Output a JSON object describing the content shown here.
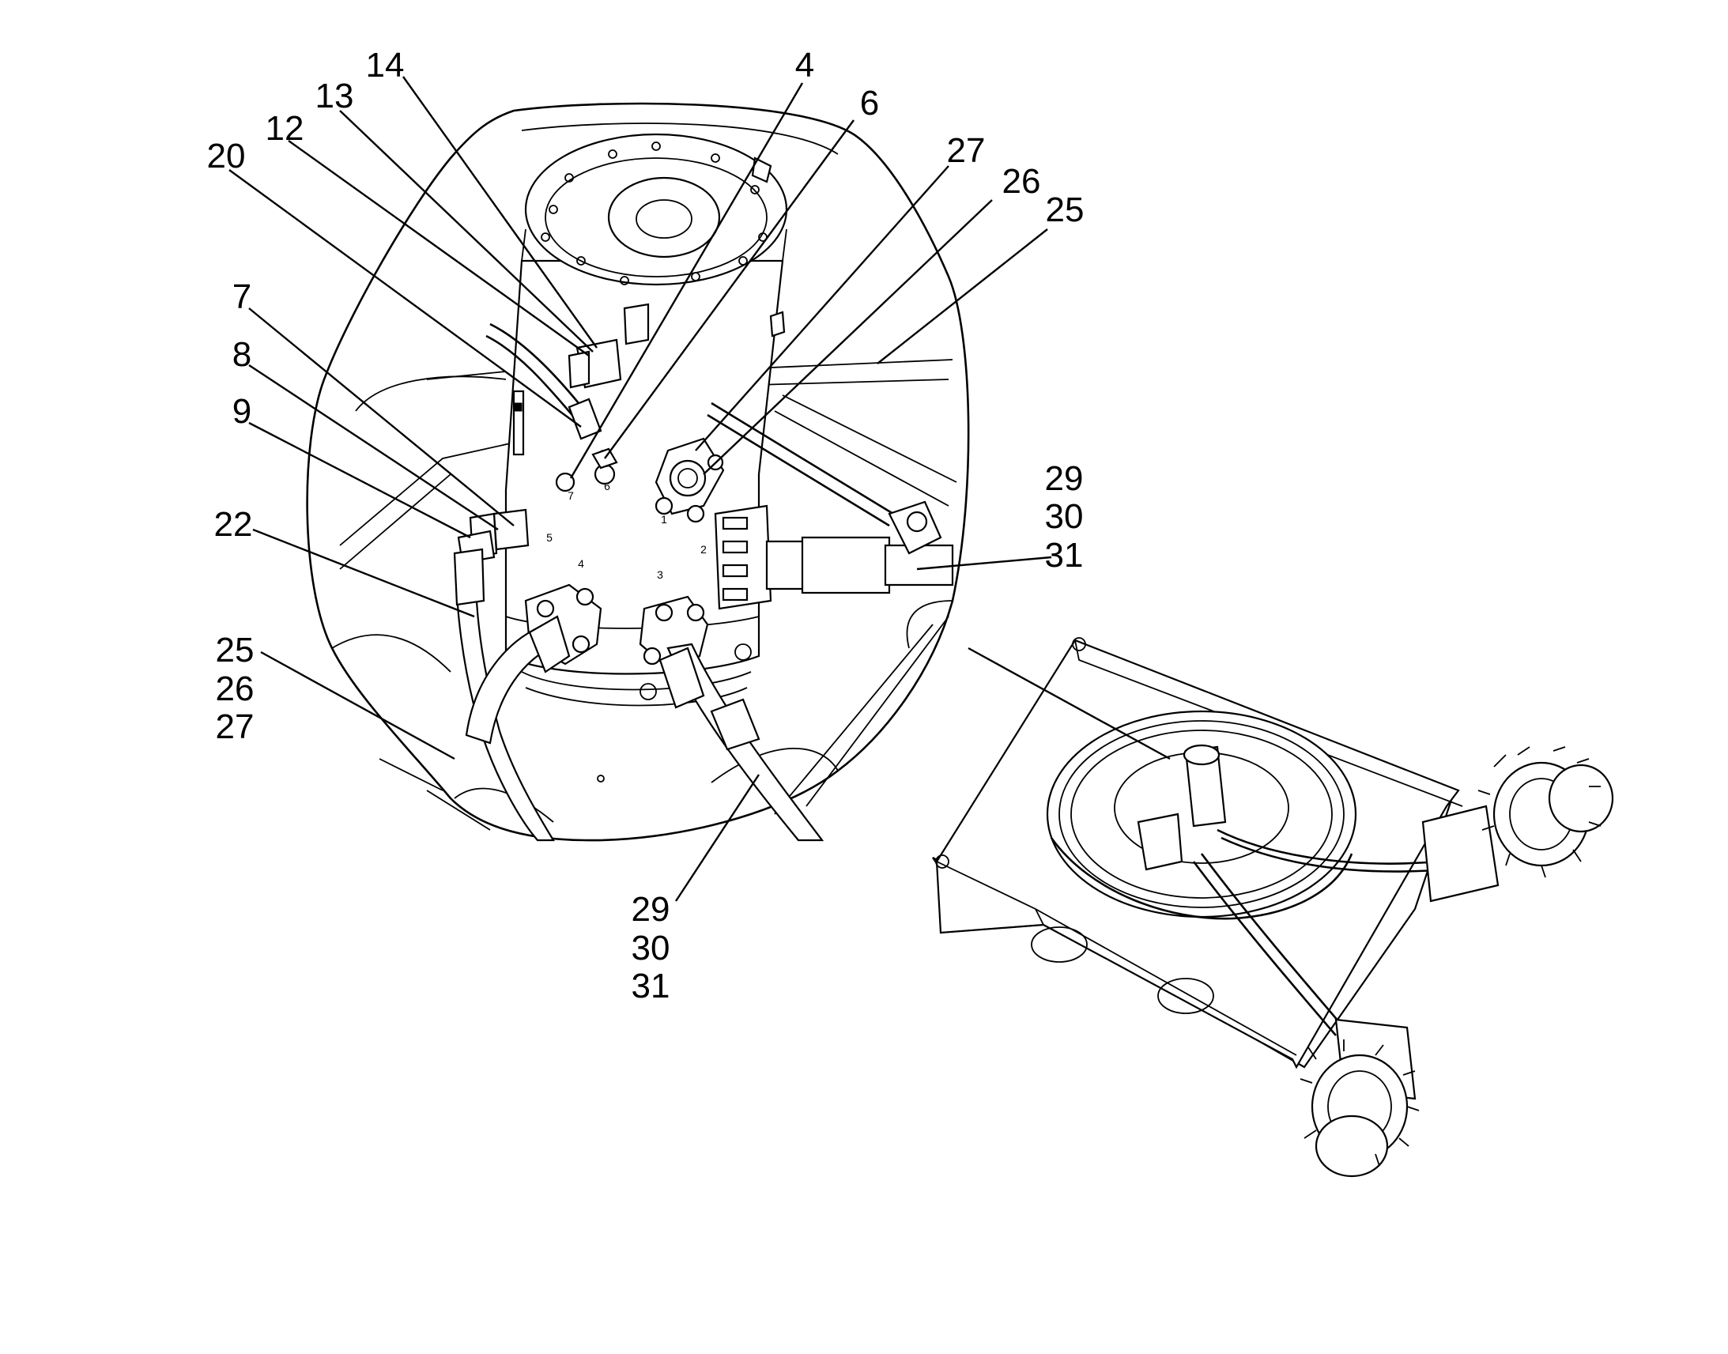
{
  "diagram": {
    "callouts": [
      {
        "id": "c14",
        "text": "14"
      },
      {
        "id": "c13",
        "text": "13"
      },
      {
        "id": "c12",
        "text": "12"
      },
      {
        "id": "c20",
        "text": "20"
      },
      {
        "id": "c4",
        "text": "4"
      },
      {
        "id": "c6",
        "text": "6"
      },
      {
        "id": "c27",
        "text": "27"
      },
      {
        "id": "c26",
        "text": "26"
      },
      {
        "id": "c25",
        "text": "25"
      },
      {
        "id": "c7",
        "text": "7"
      },
      {
        "id": "c8",
        "text": "8"
      },
      {
        "id": "c9",
        "text": "9"
      },
      {
        "id": "c22",
        "text": "22"
      },
      {
        "id": "g1",
        "lines": [
          "29",
          "30",
          "31"
        ]
      },
      {
        "id": "g2",
        "lines": [
          "25",
          "26",
          "27"
        ]
      },
      {
        "id": "g3",
        "lines": [
          "29",
          "30",
          "31"
        ]
      }
    ],
    "port_numbers": [
      "1",
      "2",
      "3",
      "4",
      "5",
      "6",
      "7"
    ]
  }
}
